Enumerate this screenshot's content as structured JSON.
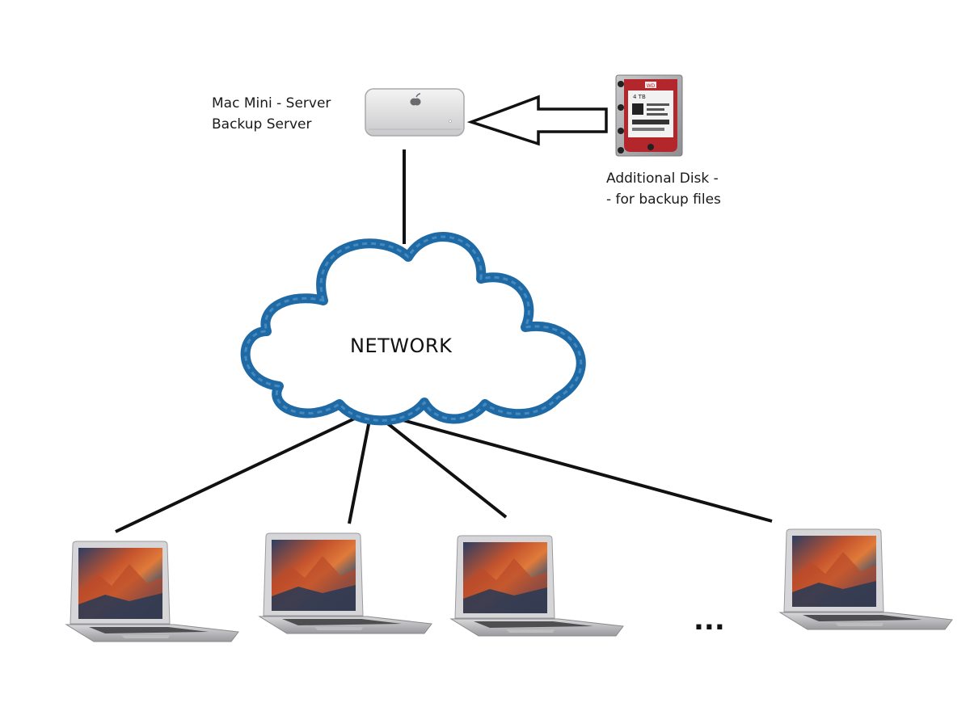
{
  "server": {
    "label_line1": "Mac Mini - Server",
    "label_line2": "Backup Server"
  },
  "disk": {
    "label_line1": "Additional Disk -",
    "label_line2": "- for backup files",
    "tag_text": "WD",
    "capacity_text": "4 TB"
  },
  "network": {
    "label": "NETWORK"
  },
  "clients": {
    "count": 4,
    "ellipsis": "..."
  },
  "colors": {
    "cloud_stroke": "#1f6aa5",
    "connector": "#111111",
    "disk_red": "#b3262b"
  }
}
